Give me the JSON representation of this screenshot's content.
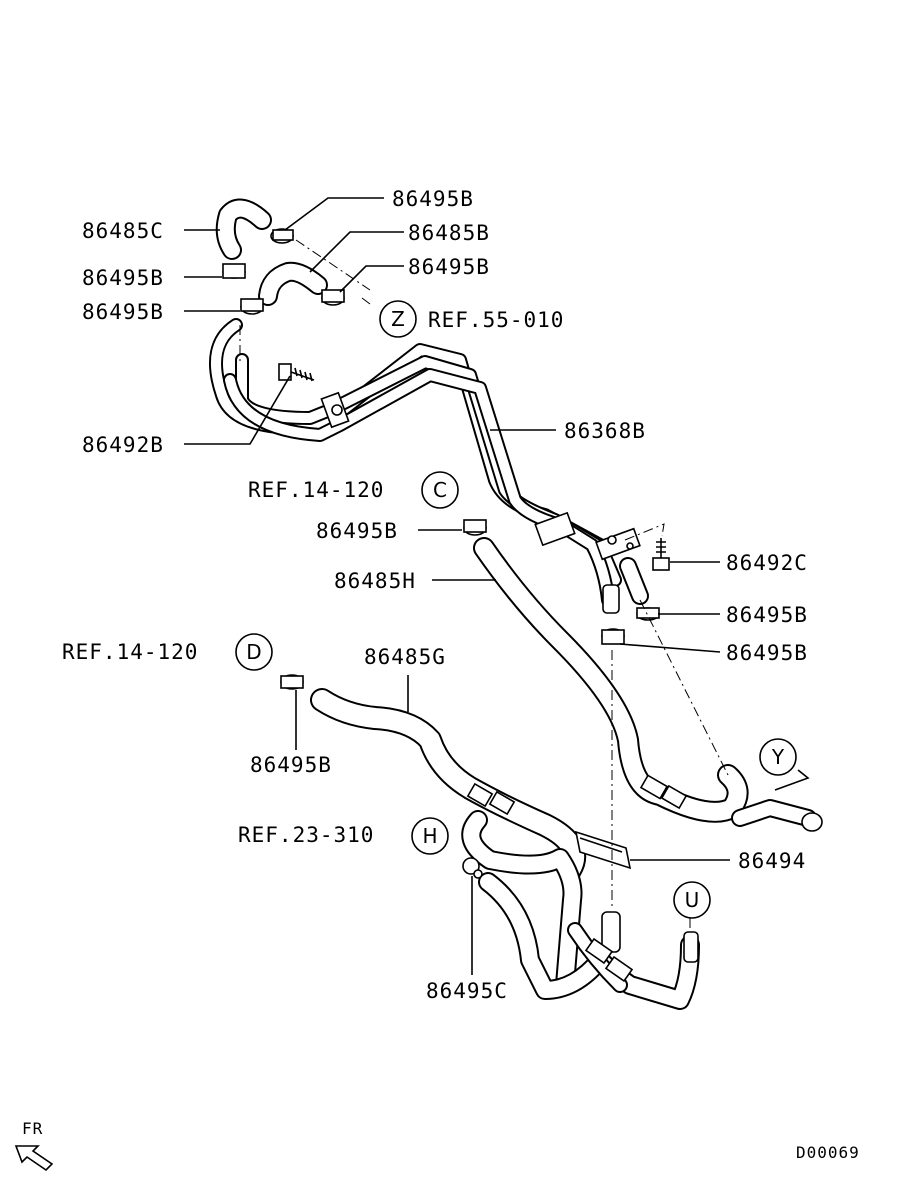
{
  "drawing_code": "D00069",
  "direction_label": "FR",
  "callouts": [
    {
      "id": "label-86495B-top",
      "text": "86495B"
    },
    {
      "id": "label-86485C",
      "text": "86485C"
    },
    {
      "id": "label-86485B",
      "text": "86485B"
    },
    {
      "id": "label-86495B-left1",
      "text": "86495B"
    },
    {
      "id": "label-86495B-right1",
      "text": "86495B"
    },
    {
      "id": "label-86495B-left2",
      "text": "86495B"
    },
    {
      "id": "label-86368B",
      "text": "86368B"
    },
    {
      "id": "label-86492B",
      "text": "86492B"
    },
    {
      "id": "label-86495B-mid",
      "text": "86495B"
    },
    {
      "id": "label-86492C",
      "text": "86492C"
    },
    {
      "id": "label-86485H",
      "text": "86485H"
    },
    {
      "id": "label-86495B-right2",
      "text": "86495B"
    },
    {
      "id": "label-86495B-right3",
      "text": "86495B"
    },
    {
      "id": "label-86485G",
      "text": "86485G"
    },
    {
      "id": "label-86495B-low",
      "text": "86495B"
    },
    {
      "id": "label-86494",
      "text": "86494"
    },
    {
      "id": "label-86495C",
      "text": "86495C"
    }
  ],
  "references": [
    {
      "id": "ref-z",
      "marker": "Z",
      "text": "REF.55-010"
    },
    {
      "id": "ref-c",
      "marker": "C",
      "text": "REF.14-120"
    },
    {
      "id": "ref-d",
      "marker": "D",
      "text": "REF.14-120"
    },
    {
      "id": "ref-h",
      "marker": "H",
      "text": "REF.23-310"
    }
  ],
  "markers": [
    {
      "id": "marker-y",
      "marker": "Y"
    },
    {
      "id": "marker-u",
      "marker": "U"
    }
  ]
}
